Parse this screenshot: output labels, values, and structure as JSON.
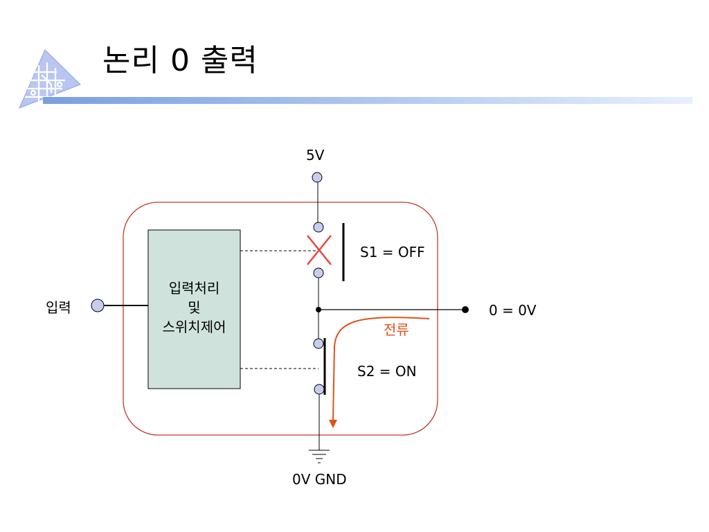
{
  "title": "논리 0 출력",
  "colors": {
    "title_bar": "#8fb0ea",
    "module_border": "#c0392b",
    "block_fill": "#cfe3dc",
    "terminal_fill": "#c8cdf0",
    "current": "#e0501a",
    "switch_off_mark": "#e8453c"
  },
  "icons": {
    "logo": "circuit-board-logo-icon"
  },
  "labels": {
    "supply": "5V",
    "s1": "S1 = OFF",
    "output": "0 = 0V",
    "current": "전류",
    "s2": "S2 = ON",
    "ground": "0V GND",
    "input": "입력"
  },
  "block": {
    "lines": [
      "입력처리",
      "및",
      "스위치제어"
    ]
  }
}
